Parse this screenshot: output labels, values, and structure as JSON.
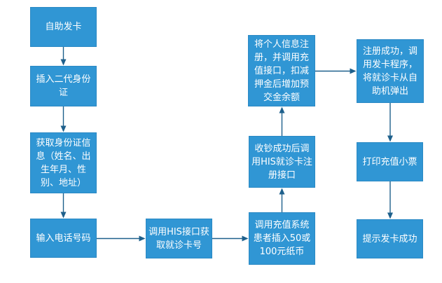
{
  "diagram": {
    "type": "flowchart",
    "colors": {
      "node_fill": "#3096d4",
      "node_border": "#2b89c4",
      "node_text": "#ffffff",
      "arrow": "#1e608c",
      "background": "#ffffff"
    },
    "nodes": [
      {
        "id": "start",
        "label": "自助发卡"
      },
      {
        "id": "insert-id",
        "label": "插入二代身份证"
      },
      {
        "id": "read-id-info",
        "label": "获取身份证信息（姓名、出生年月、性别、地址）"
      },
      {
        "id": "enter-phone",
        "label": "输入电话号码"
      },
      {
        "id": "call-his",
        "label": "调用HIS接口获取就诊卡号"
      },
      {
        "id": "insert-cash",
        "label": "调用充值系统患者插入50或100元纸币"
      },
      {
        "id": "cash-register",
        "label": "收钞成功后调用HIS就诊卡注册接口"
      },
      {
        "id": "register-recharge",
        "label": "将个人信息注册，并调用充值接口，扣减押金后增加预交金余额"
      },
      {
        "id": "register-eject",
        "label": "注册成功，调用发卡程序，将就诊卡从自助机弹出"
      },
      {
        "id": "print-receipt",
        "label": "打印充值小票"
      },
      {
        "id": "success",
        "label": "提示发卡成功"
      }
    ],
    "edges": [
      {
        "from": "start",
        "to": "insert-id"
      },
      {
        "from": "insert-id",
        "to": "read-id-info"
      },
      {
        "from": "read-id-info",
        "to": "enter-phone"
      },
      {
        "from": "enter-phone",
        "to": "call-his"
      },
      {
        "from": "call-his",
        "to": "insert-cash"
      },
      {
        "from": "insert-cash",
        "to": "cash-register"
      },
      {
        "from": "cash-register",
        "to": "register-recharge"
      },
      {
        "from": "register-recharge",
        "to": "register-eject"
      },
      {
        "from": "register-eject",
        "to": "print-receipt"
      },
      {
        "from": "print-receipt",
        "to": "success"
      }
    ]
  }
}
